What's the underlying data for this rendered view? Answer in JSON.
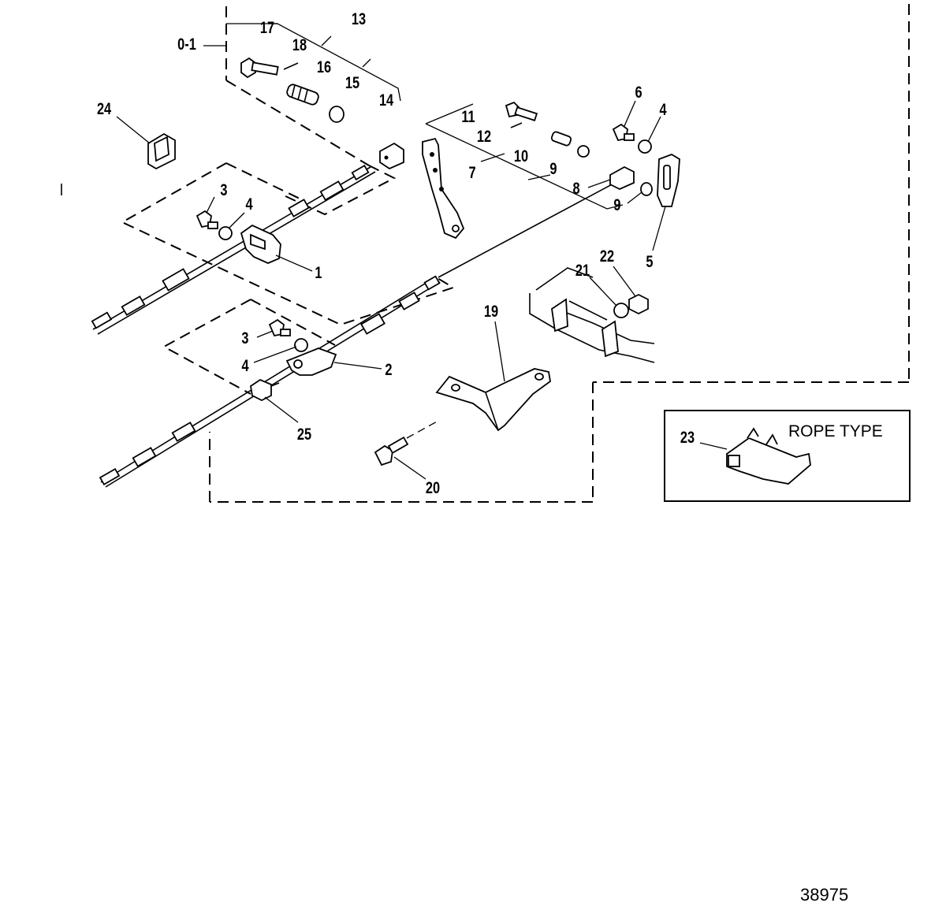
{
  "figure_number": "38975",
  "inset": {
    "label": "ROPE TYPE",
    "callout": "23"
  },
  "callouts": {
    "c0_1": "0-1",
    "c1": "1",
    "c2": "2",
    "c3a": "3",
    "c3b": "3",
    "c4a": "4",
    "c4b": "4",
    "c4c": "4",
    "c5": "5",
    "c6": "6",
    "c7": "7",
    "c8": "8",
    "c9a": "9",
    "c9b": "9",
    "c10": "10",
    "c11": "11",
    "c12": "12",
    "c13": "13",
    "c14": "14",
    "c15": "15",
    "c16": "16",
    "c17": "17",
    "c18": "18",
    "c19": "19",
    "c20": "20",
    "c21": "21",
    "c22": "22",
    "c24": "24",
    "c25": "25"
  }
}
